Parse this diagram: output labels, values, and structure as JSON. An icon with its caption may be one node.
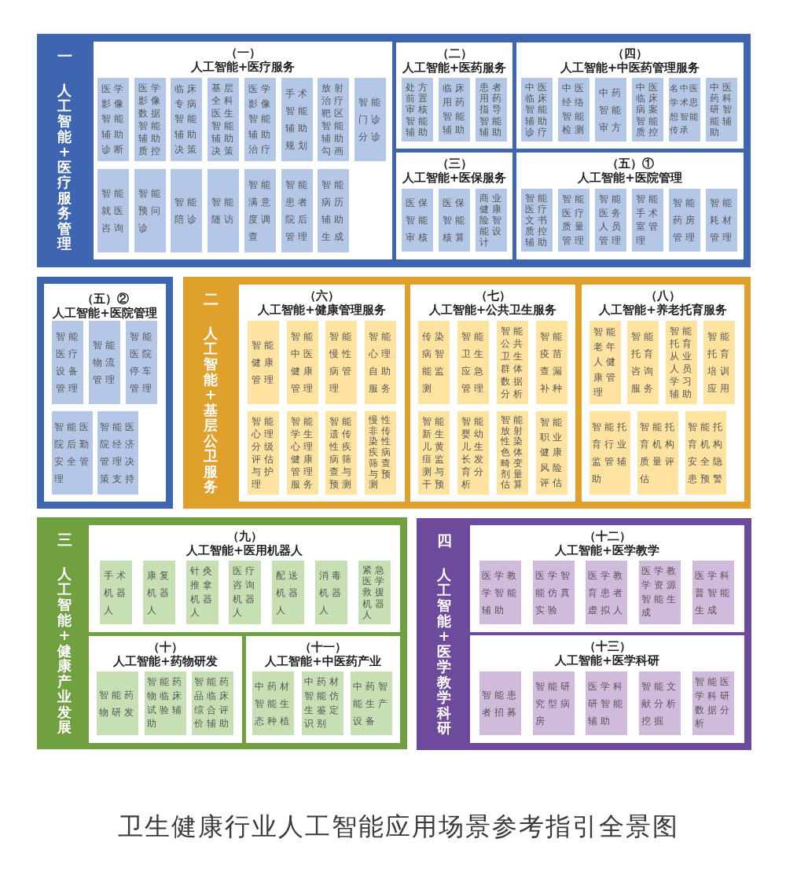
{
  "diagram": {
    "caption": "卫生健康行业人工智能应用场景参考指引全景图",
    "nodes": [
      {
        "text": [
          "一",
          "人工智能+医疗服务管理"
        ]
      },
      {
        "text": [
          "（一）",
          "人工智能+医疗服务"
        ],
        "in": 0
      },
      {
        "text": [
          "医学影像智能辅助诊断"
        ],
        "in": 1
      },
      {
        "text": [
          "医学影像数据智能辅助质控"
        ],
        "in": 1
      },
      {
        "text": [
          "临床专病智能辅助决策"
        ],
        "in": 1
      },
      {
        "text": [
          "基层全科医生智能辅助决策"
        ],
        "in": 1
      },
      {
        "text": [
          "医学影像智能辅助治疗"
        ],
        "in": 1
      },
      {
        "text": [
          "手术智能辅助规划"
        ],
        "in": 1
      },
      {
        "text": [
          "放射治疗靶区智能辅助勾画"
        ],
        "in": 1
      },
      {
        "text": [
          "智能门诊分诊"
        ],
        "in": 1
      },
      {
        "text": [
          "智能就医咨询"
        ],
        "in": 1
      },
      {
        "text": [
          "智能预问诊"
        ],
        "in": 1
      },
      {
        "text": [
          "智能陪诊"
        ],
        "in": 1
      },
      {
        "text": [
          "智能随访"
        ],
        "in": 1
      },
      {
        "text": [
          "智能满意度调查"
        ],
        "in": 1
      },
      {
        "text": [
          "智能患者院后管理"
        ],
        "in": 1
      },
      {
        "text": [
          "智能病历辅助生成"
        ],
        "in": 1
      },
      {
        "text": [
          "（二）",
          "人工智能+医药服务"
        ],
        "in": 0
      },
      {
        "text": [
          "处方前置审核智能辅助"
        ],
        "in": 17
      },
      {
        "text": [
          "临床用药智能辅助"
        ],
        "in": 17
      },
      {
        "text": [
          "患者用药指导智能辅助"
        ],
        "in": 17
      },
      {
        "text": [
          "（四）",
          "人工智能+中医药管理服务"
        ],
        "in": 0
      },
      {
        "text": [
          "中医临床智能辅助诊疗"
        ],
        "in": 21
      },
      {
        "text": [
          "中医经络智能检测"
        ],
        "in": 21
      },
      {
        "text": [
          "中药智能审方"
        ],
        "in": 21
      },
      {
        "text": [
          "中医临床病案智能质控"
        ],
        "in": 21
      },
      {
        "text": [
          "名中医学术思想智能传承"
        ],
        "in": 21
      },
      {
        "text": [
          "中医药科研智能辅助"
        ],
        "in": 21
      },
      {
        "text": [
          "（三）",
          "人工智能+医保服务"
        ],
        "in": 0
      },
      {
        "text": [
          "医保智能审核"
        ],
        "in": 28
      },
      {
        "text": [
          "医保智能核算"
        ],
        "in": 28
      },
      {
        "text": [
          "商业健康险智能设计"
        ],
        "in": 28
      },
      {
        "text": [
          "（五）①",
          "人工智能+医院管理"
        ],
        "in": 0
      },
      {
        "text": [
          "智能医疗文书质控辅助"
        ],
        "in": 32
      },
      {
        "text": [
          "智能医疗质量管理"
        ],
        "in": 32
      },
      {
        "text": [
          "智能医务人员管理"
        ],
        "in": 32
      },
      {
        "text": [
          "智能手术室管理"
        ],
        "in": 32
      },
      {
        "text": [
          "智能药房管理"
        ],
        "in": 32
      },
      {
        "text": [
          "智能耗材管理"
        ],
        "in": 32
      },
      {
        "text": [
          "（五）②",
          "人工智能+医院管理"
        ]
      },
      {
        "text": [
          "智能医疗设备管理"
        ],
        "in": 39
      },
      {
        "text": [
          "智能物流管理"
        ],
        "in": 39
      },
      {
        "text": [
          "智能医院停车管理"
        ],
        "in": 39
      },
      {
        "text": [
          "智能医院后勤安全管理"
        ],
        "in": 39
      },
      {
        "text": [
          "智能医院经济管理决策支持"
        ],
        "in": 39
      },
      {
        "text": [
          "二",
          "人工智能+基层公卫服务"
        ]
      },
      {
        "text": [
          "（六）",
          "人工智能+健康管理服务"
        ],
        "in": 45
      },
      {
        "text": [
          "智能健康管理"
        ],
        "in": 46
      },
      {
        "text": [
          "智能中医健康管理"
        ],
        "in": 46
      },
      {
        "text": [
          "智能慢性病管理"
        ],
        "in": 46
      },
      {
        "text": [
          "智能心理自助服务"
        ],
        "in": 46
      },
      {
        "text": [
          "智能心理分级评估与护理"
        ],
        "in": 46
      },
      {
        "text": [
          "智能学生心理健康管理服务"
        ],
        "in": 46
      },
      {
        "text": [
          "智能遗传性疾病筛查与预测"
        ],
        "in": 46
      },
      {
        "text": [
          "慢性非传染性疾病筛查与预测"
        ],
        "in": 46
      },
      {
        "text": [
          "（七）",
          "人工智能+公共卫生服务"
        ],
        "in": 45
      },
      {
        "text": [
          "传染病智能监测"
        ],
        "in": 55
      },
      {
        "text": [
          "智能卫生应急管理"
        ],
        "in": 55
      },
      {
        "text": [
          "智能公共卫生群体数据分析"
        ],
        "in": 55
      },
      {
        "text": [
          "智能疫苗查漏补种"
        ],
        "in": 55
      },
      {
        "text": [
          "智能新生儿黄疸监测与干预"
        ],
        "in": 55
      },
      {
        "text": [
          "智能婴幼儿生长发育分析"
        ],
        "in": 55
      },
      {
        "text": [
          "智能放射性染色体畸变剂量估算"
        ],
        "in": 55
      },
      {
        "text": [
          "智能职业健康风险评估"
        ],
        "in": 55
      },
      {
        "text": [
          "（八）",
          "人工智能+养老托育服务"
        ],
        "in": 45
      },
      {
        "text": [
          "智能老年人健康管理"
        ],
        "in": 64
      },
      {
        "text": [
          "智能托育咨询服务"
        ],
        "in": 64
      },
      {
        "text": [
          "智能托育从业人员学习辅助"
        ],
        "in": 64
      },
      {
        "text": [
          "智能托育培训应用"
        ],
        "in": 64
      },
      {
        "text": [
          "智能托育行业监管辅助"
        ],
        "in": 64
      },
      {
        "text": [
          "智能托育机构质量评估"
        ],
        "in": 64
      },
      {
        "text": [
          "智能托育机构安全隐患预警"
        ],
        "in": 64
      },
      {
        "text": [
          "三",
          "人工智能+健康产业发展"
        ]
      },
      {
        "text": [
          "（九）",
          "人工智能+医用机器人"
        ],
        "in": 72
      },
      {
        "text": [
          "手术机器人"
        ],
        "in": 73
      },
      {
        "text": [
          "康复机器人"
        ],
        "in": 73
      },
      {
        "text": [
          "针灸推拿机器人"
        ],
        "in": 73
      },
      {
        "text": [
          "医疗咨询机器人"
        ],
        "in": 73
      },
      {
        "text": [
          "配送机器人"
        ],
        "in": 73
      },
      {
        "text": [
          "消毒机器人"
        ],
        "in": 73
      },
      {
        "text": [
          "紧急医学救援机器人"
        ],
        "in": 73
      },
      {
        "text": [
          "（十）",
          "人工智能+药物研发"
        ],
        "in": 72
      },
      {
        "text": [
          "智能药物研发"
        ],
        "in": 81
      },
      {
        "text": [
          "智能药物临床试验辅助"
        ],
        "in": 81
      },
      {
        "text": [
          "智能药品临床综合评价辅助"
        ],
        "in": 81
      },
      {
        "text": [
          "（十一）",
          "人工智能+中医药产业"
        ],
        "in": 72
      },
      {
        "text": [
          "中药材智能生态种植"
        ],
        "in": 85
      },
      {
        "text": [
          "中药材智能仿生鉴定识别"
        ],
        "in": 85
      },
      {
        "text": [
          "中药智能生产设备"
        ],
        "in": 85
      },
      {
        "text": [
          "四",
          "人工智能+医学教学科研"
        ]
      },
      {
        "text": [
          "（十二）",
          "人工智能+医学教学"
        ],
        "in": 89
      },
      {
        "text": [
          "医学教学智能辅助"
        ],
        "in": 90
      },
      {
        "text": [
          "医学智能仿真实验"
        ],
        "in": 90
      },
      {
        "text": [
          "医学教育患者虚拟人"
        ],
        "in": 90
      },
      {
        "text": [
          "医学教学资源智能生成"
        ],
        "in": 90
      },
      {
        "text": [
          "医学科普智能生成"
        ],
        "in": 90
      },
      {
        "text": [
          "（十三）",
          "人工智能+医学科研"
        ],
        "in": 89
      },
      {
        "text": [
          "智能患者招募"
        ],
        "in": 96
      },
      {
        "text": [
          "智能研究型病房"
        ],
        "in": 96
      },
      {
        "text": [
          "医学科研智能辅助"
        ],
        "in": 96
      },
      {
        "text": [
          "智能文献分析挖掘"
        ],
        "in": 96
      },
      {
        "text": [
          "智能医学科研数据分析"
        ],
        "in": 96
      }
    ]
  }
}
